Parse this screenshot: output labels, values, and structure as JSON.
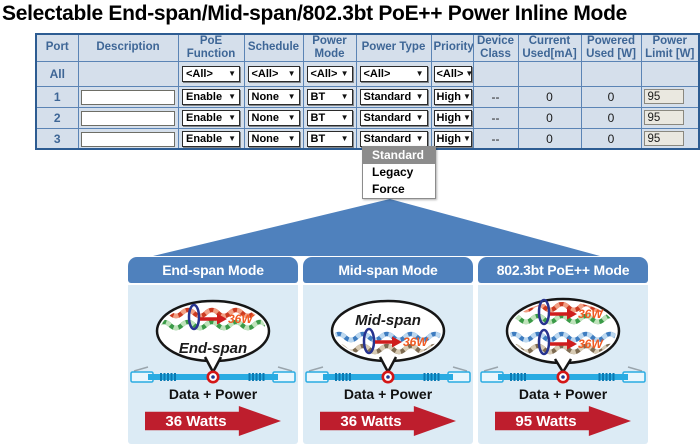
{
  "title": "Selectable End-span/Mid-span/802.3bt PoE++ Power Inline Mode",
  "glyphs": {
    "dropdown_arrow": "▼"
  },
  "table": {
    "headers": [
      "Port",
      "Description",
      "PoE Function",
      "Schedule",
      "Power Mode",
      "Power Type",
      "Priority",
      "Device Class",
      "Current Used[mA]",
      "Powered Used [W]",
      "Power Limit [W]"
    ],
    "all_row": {
      "port": "All",
      "poe_function": "<All>",
      "schedule": "<All>",
      "power_mode": "<All>",
      "power_type": "<All>",
      "priority": "<All>"
    },
    "rows": [
      {
        "port": "1",
        "description": "",
        "poe_function": "Enable",
        "schedule": "None",
        "power_mode": "BT",
        "power_type": "Standard",
        "priority": "High",
        "device_class": "--",
        "current_used_ma": "0",
        "powered_used_w": "0",
        "power_limit_w": "95"
      },
      {
        "port": "2",
        "description": "",
        "poe_function": "Enable",
        "schedule": "None",
        "power_mode": "BT",
        "power_type": "Standard",
        "priority": "High",
        "device_class": "--",
        "current_used_ma": "0",
        "powered_used_w": "0",
        "power_limit_w": "95"
      },
      {
        "port": "3",
        "description": "",
        "poe_function": "Enable",
        "schedule": "None",
        "power_mode": "BT",
        "power_type": "Standard",
        "priority": "High",
        "device_class": "--",
        "current_used_ma": "0",
        "powered_used_w": "0",
        "power_limit_w": "95"
      }
    ]
  },
  "power_type_dropdown": {
    "options": [
      "Standard",
      "Legacy",
      "Force"
    ],
    "selected": "Standard"
  },
  "panels": [
    {
      "title": "End-span Mode",
      "bubble_label": "End-span",
      "pair_power_labels": [
        "36W"
      ],
      "data_label": "Data + Power",
      "watts_label": "36 Watts"
    },
    {
      "title": "Mid-span Mode",
      "bubble_label": "Mid-span",
      "pair_power_labels": [
        "36W"
      ],
      "data_label": "Data + Power",
      "watts_label": "36 Watts"
    },
    {
      "title": "802.3bt PoE++ Mode",
      "bubble_label": "",
      "pair_power_labels": [
        "36W",
        "36W"
      ],
      "data_label": "Data + Power",
      "watts_label": "95 Watts"
    }
  ],
  "colors": {
    "accent_blue": "#4f81bd",
    "table_border": "#2d5c92",
    "header_text": "#3e6696",
    "cable_cyan": "#29abe2",
    "arrow_red": "#be1e2d",
    "power_label_orange": "#f15a22"
  }
}
